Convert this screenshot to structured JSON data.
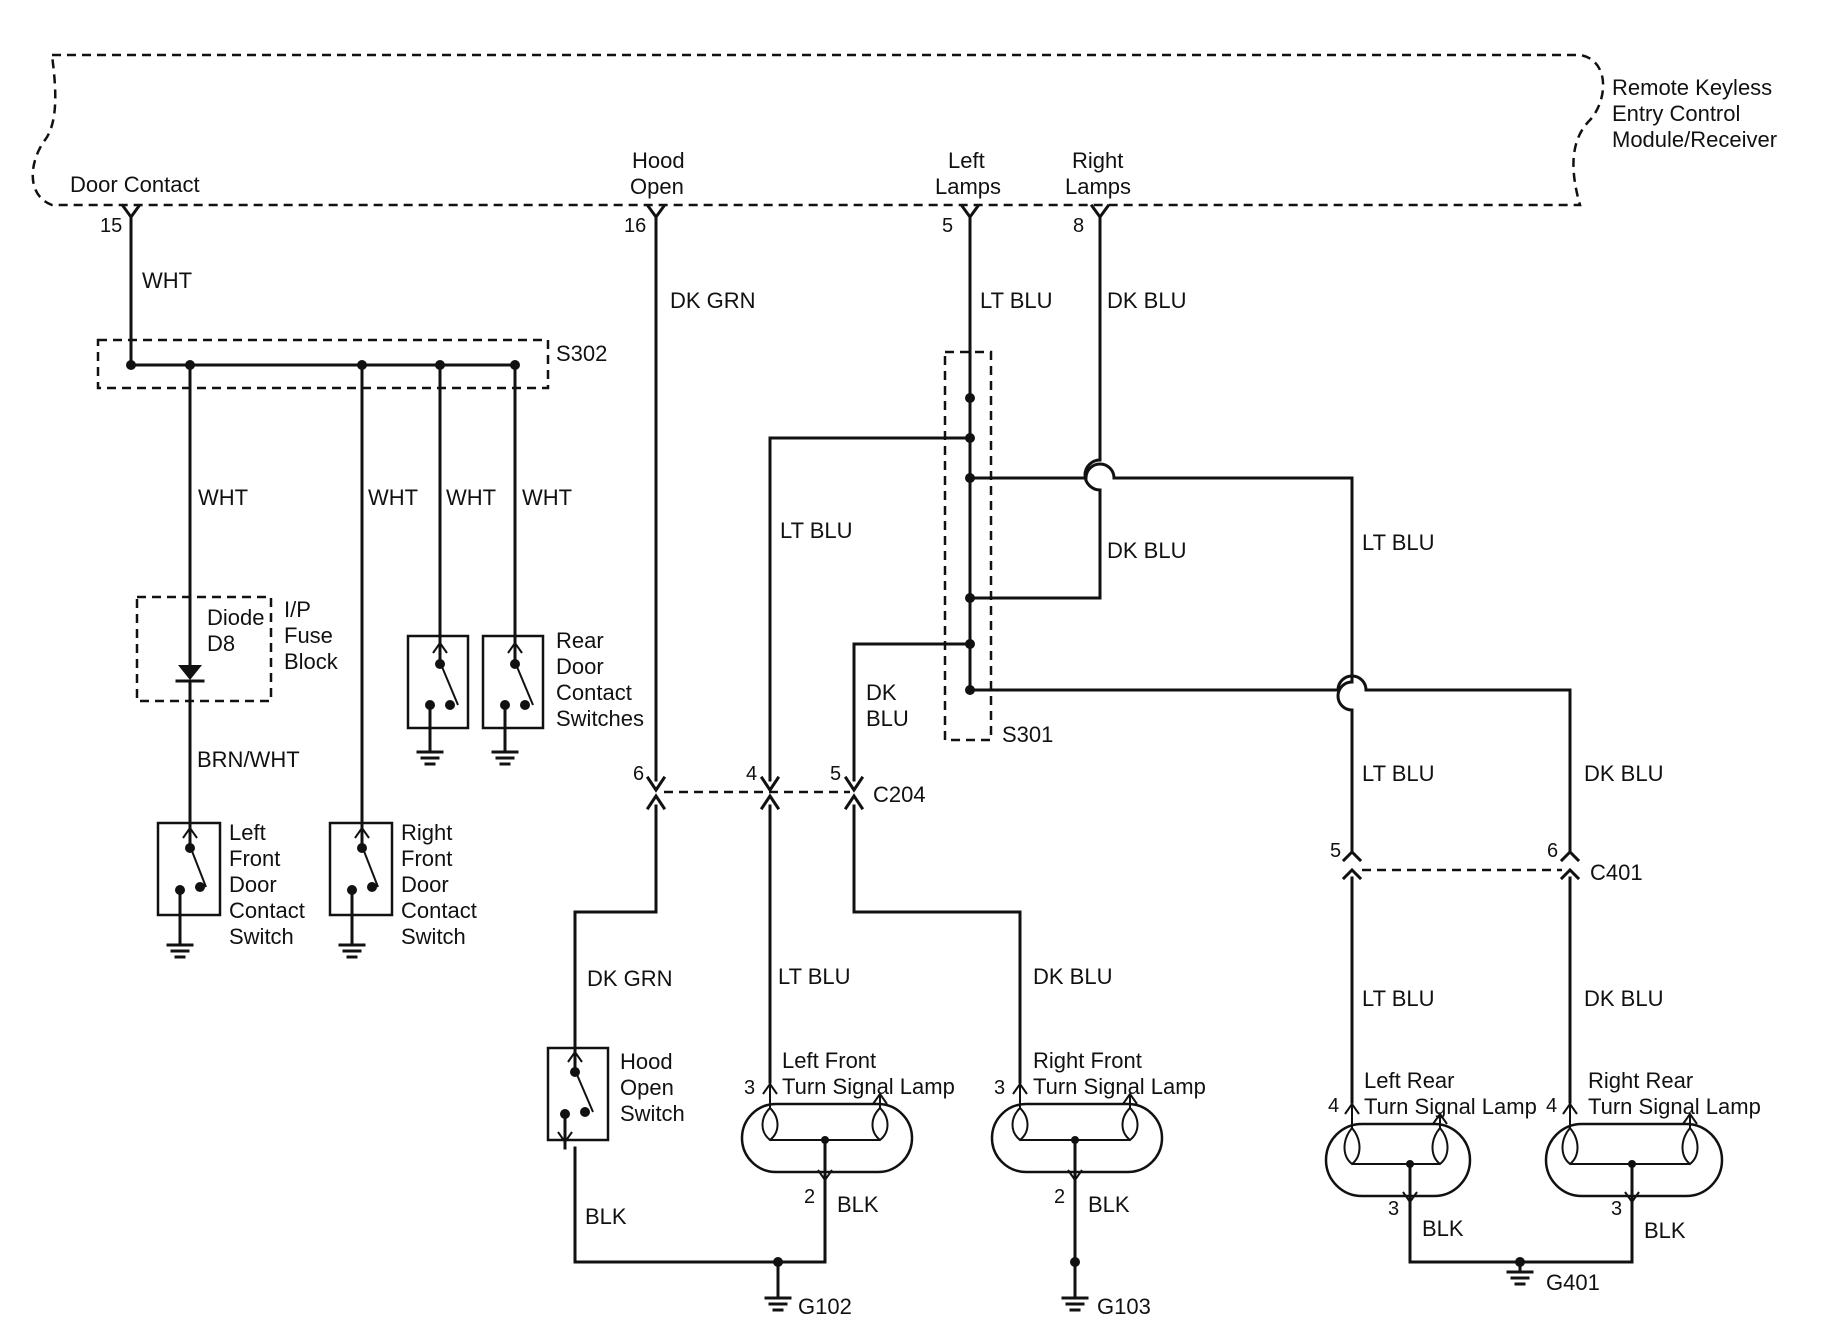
{
  "module": {
    "name_lines": [
      "Remote Keyless",
      "Entry Control",
      "Module/Receiver"
    ],
    "door_contact": "Door Contact",
    "hood_open": [
      "Hood",
      "Open"
    ],
    "left_lamps": [
      "Left",
      "Lamps"
    ],
    "right_lamps": [
      "Right",
      "Lamps"
    ]
  },
  "pins": {
    "door_contact": "15",
    "hood_open": "16",
    "left_lamps": "5",
    "right_lamps": "8",
    "c204_hood": "6",
    "c204_left": "4",
    "c204_right": "5",
    "c401_left": "5",
    "c401_right": "6",
    "lf_lamp_in": "3",
    "lf_lamp_gnd": "2",
    "rf_lamp_in": "3",
    "rf_lamp_gnd": "2",
    "lr_lamp_in": "4",
    "lr_lamp_gnd": "3",
    "rr_lamp_in": "4",
    "rr_lamp_gnd": "3"
  },
  "splices": {
    "s302": "S302",
    "s301": "S301"
  },
  "connectors": {
    "c204": "C204",
    "c401": "C401"
  },
  "grounds": {
    "g102": "G102",
    "g103": "G103",
    "g401": "G401"
  },
  "wires": {
    "wht_main": "WHT",
    "wht_lf": "WHT",
    "wht_rf": "WHT",
    "wht_r1": "WHT",
    "wht_r2": "WHT",
    "brn_wht": "BRN/WHT",
    "dk_grn_upper": "DK GRN",
    "dk_grn_lower": "DK GRN",
    "lt_blu_main": "LT BLU",
    "dk_blu_main": "DK BLU",
    "lt_blu_left_branch": "LT BLU",
    "dk_blu_mid": "DK BLU",
    "lt_blu_right_long": "LT BLU",
    "dk_blu_short": [
      "DK",
      "BLU"
    ],
    "lt_blu_to_c401": "LT BLU",
    "dk_blu_to_c401": "DK BLU",
    "lt_blu_lf": "LT BLU",
    "dk_blu_rf": "DK BLU",
    "lt_blu_lr": "LT BLU",
    "dk_blu_rr": "DK BLU",
    "blk_hood": "BLK",
    "blk_lf": "BLK",
    "blk_rf": "BLK",
    "blk_lr": "BLK",
    "blk_rr": "BLK"
  },
  "components": {
    "diode_name": [
      "Diode",
      "D8"
    ],
    "ip_fuse_block": [
      "I/P",
      "Fuse",
      "Block"
    ],
    "rear_door_switches": [
      "Rear",
      "Door",
      "Contact",
      "Switches"
    ],
    "lf_door_switch": [
      "Left",
      "Front",
      "Door",
      "Contact",
      "Switch"
    ],
    "rf_door_switch": [
      "Right",
      "Front",
      "Door",
      "Contact",
      "Switch"
    ],
    "hood_switch": [
      "Hood",
      "Open",
      "Switch"
    ],
    "lf_lamp": [
      "Left Front",
      "Turn Signal Lamp"
    ],
    "rf_lamp": [
      "Right Front",
      "Turn Signal Lamp"
    ],
    "lr_lamp": [
      "Left Rear",
      "Turn Signal Lamp"
    ],
    "rr_lamp": [
      "Right Rear",
      "Turn Signal Lamp"
    ]
  }
}
